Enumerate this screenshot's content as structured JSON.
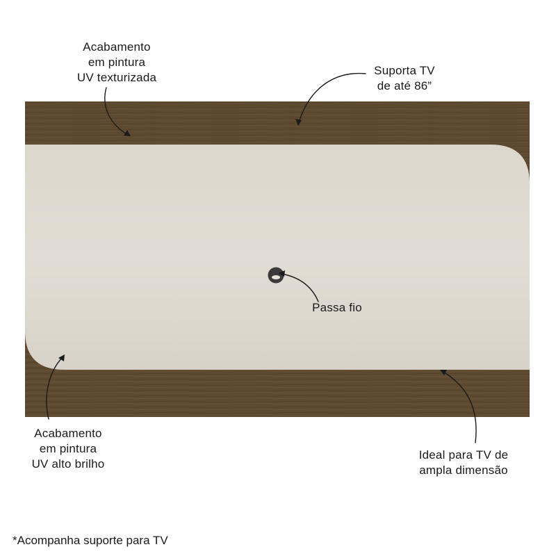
{
  "labels": {
    "top_left": [
      "Acabamento",
      "em pintura",
      "UV texturizada"
    ],
    "top_right": [
      "Suporta TV",
      "de até 86”"
    ],
    "center": [
      "Passa fio"
    ],
    "bottom_left": [
      "Acabamento",
      "em pintura",
      "UV alto brilho"
    ],
    "bottom_right": [
      "Ideal para TV de",
      "ampla dimensão"
    ]
  },
  "footnote": "*Acompanha suporte para TV",
  "colors": {
    "wood": "#5e4a30",
    "glossy_panel": "#ddd8cf",
    "cable_hole": "#3a3a3a",
    "arrow": "#1a1a1a"
  }
}
